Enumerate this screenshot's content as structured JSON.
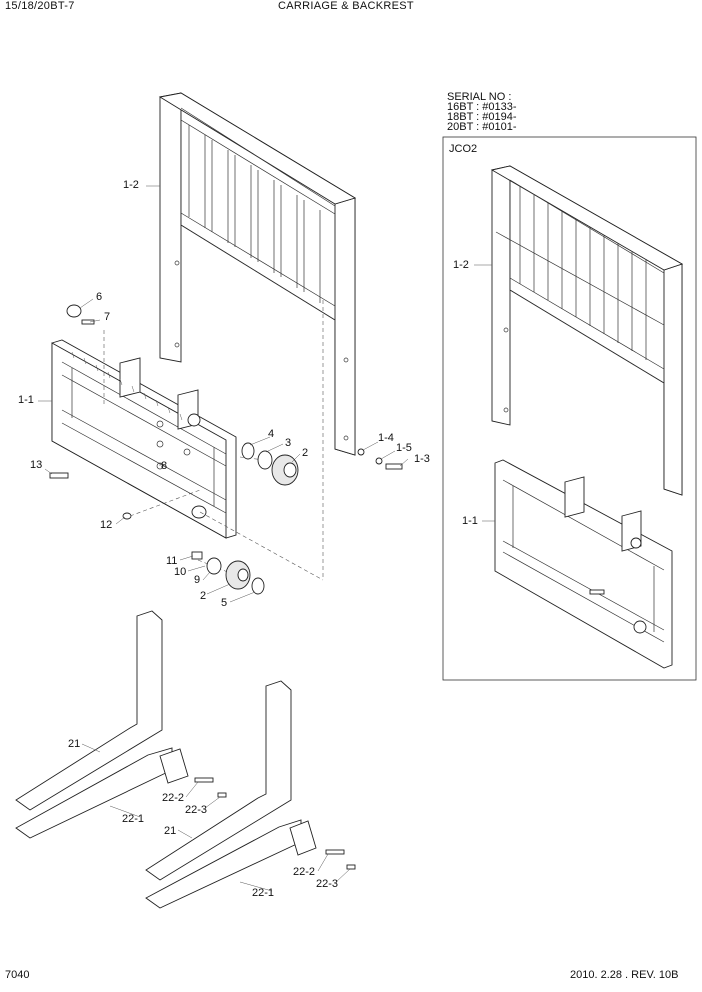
{
  "header": {
    "model": "15/18/20BT-7",
    "title": "CARRIAGE & BACKREST"
  },
  "serial": {
    "heading": "SERIAL NO :",
    "lines": [
      "16BT : #0133-",
      "18BT : #0194-",
      "20BT : #0101-"
    ]
  },
  "inset": {
    "label": "JCO2"
  },
  "callouts": {
    "backrest": "1-2",
    "carriage": "1-1",
    "washer": "1-4",
    "lock_washer": "1-5",
    "bolt": "1-3",
    "part2": "2",
    "part3": "3",
    "part4": "4",
    "part5": "5",
    "part6": "6",
    "part7": "7",
    "part8": "8",
    "part9": "9",
    "part10": "10",
    "part11": "11",
    "part12": "12",
    "part13": "13",
    "fork": "21",
    "fork_blade": "22-1",
    "fork_pin": "22-2",
    "fork_pin_bolt": "22-3",
    "inset_backrest": "1-2",
    "inset_carriage": "1-1"
  },
  "footer": {
    "page": "7040",
    "date_rev": "2010. 2.28 . REV. 10B"
  }
}
